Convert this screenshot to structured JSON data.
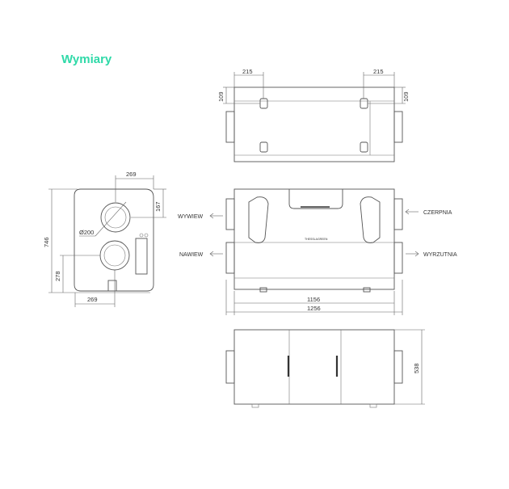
{
  "heading": "Wymiary",
  "accent_color": "#2fd9a8",
  "side_view": {
    "dim_width_top": "269",
    "dim_width_bottom": "269",
    "dim_height_total": "746",
    "dim_duct_low": "278",
    "dim_top_offset": "167",
    "dim_diameter": "Ø200"
  },
  "top_view": {
    "dim_left": "215",
    "dim_right": "215",
    "dim_height_left": "109",
    "dim_height_right": "109"
  },
  "front_view": {
    "label_wywiew": "WYWIEW",
    "label_nawiew": "NAWIEW",
    "label_czerpnia": "CZERPNIA",
    "label_wyrzutnia": "WYRZUTNIA",
    "brand_mark": "THESSLAGREEN",
    "dim_inner": "1156",
    "dim_outer": "1256"
  },
  "bottom_view": {
    "dim_height": "538"
  }
}
